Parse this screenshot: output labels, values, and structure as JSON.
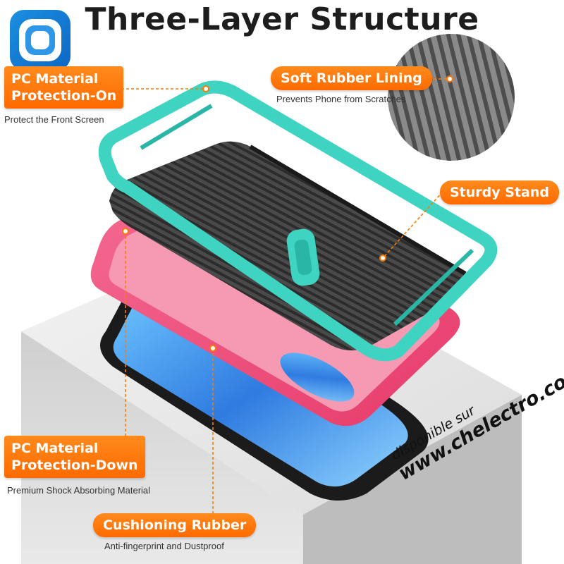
{
  "title": "Three-Layer Structure",
  "callouts": {
    "pc_top": {
      "line1": "PC Material",
      "line2": "Protection-On",
      "desc": "Protect the Front Screen"
    },
    "soft_rubber": {
      "label": "Soft Rubber Lining",
      "desc": "Prevents Phone from Scratches"
    },
    "stand": {
      "label": "Sturdy Stand"
    },
    "pc_bottom": {
      "line1": "PC Material",
      "line2": "Protection-Down",
      "desc": "Premium Shock Absorbing Material"
    },
    "cushion": {
      "label": "Cushioning Rubber",
      "desc": "Anti-fingerprint and Dustproof"
    }
  },
  "watermark": {
    "line1": "disponible sur",
    "line2": "www.chelectro.com"
  },
  "colors": {
    "accent_orange": "#ff7a00",
    "teal_frame": "#3fd3c2",
    "pink_shell": "#ef4f7a",
    "rubber_dark": "#3e3e3e",
    "title": "#1d1d1d"
  },
  "icons": {
    "logo": "rounded-square-rings-logo"
  }
}
